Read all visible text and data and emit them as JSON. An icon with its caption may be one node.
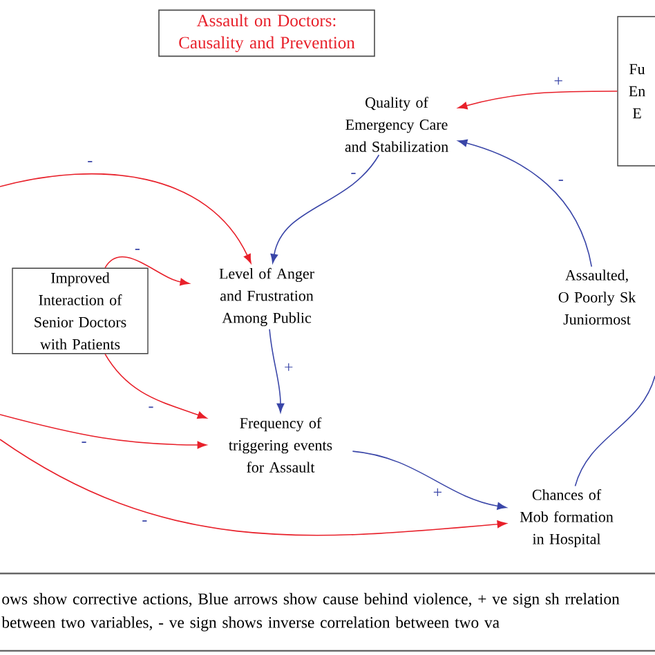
{
  "diagram": {
    "title": "Assault on Doctors: Causality and Prevention",
    "caption": "ows show corrective actions, Blue arrows show cause behind violence, + ve sign sh rrelation between two variables, - ve sign shows inverse correlation between two va",
    "nodes": [
      {
        "text": [
          "Fu En E"
        ]
      },
      {
        "text": [
          "Quality of Emergency Care and Stabilization"
        ]
      },
      {
        "text": [
          "Improved Interaction of Senior Doctors with Patients"
        ]
      },
      {
        "text": [
          "Level of Anger and Frustration Among Public"
        ]
      },
      {
        "text": [
          "Frequency of triggering events for Assault"
        ]
      },
      {
        "text": [
          "Assaulted, O Poorly Sk Juniormost"
        ]
      },
      {
        "text": [
          "Chances of Mob formation in Hospital"
        ]
      }
    ],
    "edges": [
      {
        "from": 0,
        "to": 1,
        "arrow": "to",
        "label": "+",
        "color": "#e8202a"
      },
      {
        "from": 1,
        "to": 3,
        "arrow": "to",
        "label": "-",
        "color": "#3a46a8"
      },
      {
        "from": 5,
        "to": 1,
        "arrow": "to",
        "label": "-",
        "color": "#3a46a8"
      },
      {
        "from": null,
        "to": 3,
        "arrow": "to",
        "label": "-",
        "color": "#e8202a"
      },
      {
        "from": 2,
        "to": 3,
        "arrow": "to",
        "label": "-",
        "color": "#e8202a"
      },
      {
        "from": 3,
        "to": 4,
        "arrow": "to",
        "label": "+",
        "color": "#3a46a8"
      },
      {
        "from": 2,
        "to": 4,
        "arrow": "to",
        "label": "-",
        "color": "#e8202a"
      },
      {
        "from": null,
        "to": 4,
        "arrow": "to",
        "label": "-",
        "color": "#e8202a"
      },
      {
        "from": null,
        "to": 6,
        "arrow": "to",
        "label": "-",
        "color": "#e8202a"
      },
      {
        "from": 4,
        "to": 6,
        "arrow": "to",
        "label": "+",
        "color": "#3a46a8"
      },
      {
        "from": 6,
        "to": null,
        "arrow": "none",
        "color": "#3a46a8"
      }
    ]
  }
}
